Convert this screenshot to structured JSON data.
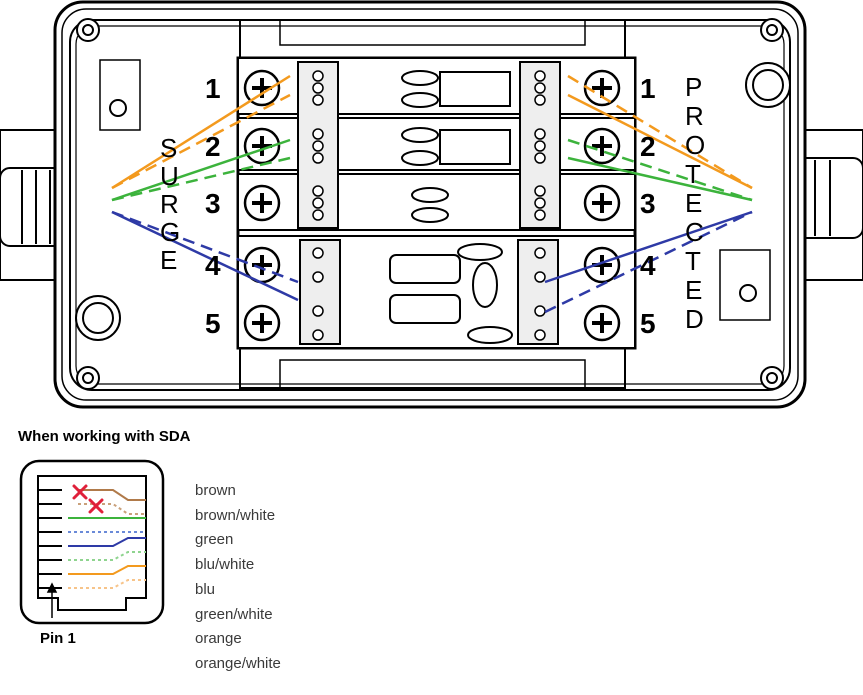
{
  "diagram": {
    "left_numbers": [
      "1",
      "2",
      "3",
      "4",
      "5"
    ],
    "right_numbers": [
      "1",
      "2",
      "3",
      "4",
      "5"
    ],
    "surge_letters": [
      "S",
      "U",
      "R",
      "G",
      "E"
    ],
    "protected_letters": [
      "P",
      "R",
      "O",
      "T",
      "E",
      "C",
      "T",
      "E",
      "D"
    ],
    "wire_colors": {
      "orange": "#f39a1e",
      "green": "#3cb33c",
      "blue": "#2e3aa6"
    }
  },
  "sda": {
    "title": "When working with SDA",
    "pin_label": "Pin 1",
    "wire_list": [
      "brown",
      "brown/white",
      "green",
      "blu/white",
      "blu",
      "green/white",
      "orange",
      "orange/white"
    ],
    "jack_line_colors": [
      "#b07a4a",
      "#c9a07a",
      "#3cb33c",
      "#6a8ad8",
      "#2e3aa6",
      "#8fd48f",
      "#f39a1e",
      "#f7c48a"
    ],
    "cross_color": "#e0203a"
  }
}
